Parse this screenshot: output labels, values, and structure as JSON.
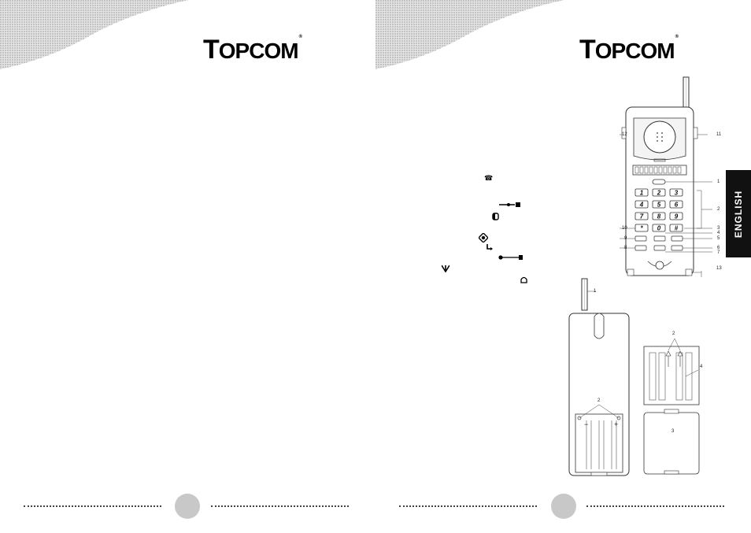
{
  "brand": {
    "logo_text": "TOPCOM",
    "logo_first": "T",
    "logo_rest": "OPCOM",
    "registered": "®"
  },
  "language_tab": "ENGLISH",
  "colors": {
    "tab": "#111111",
    "page_circle": "#c8c8c8",
    "header_gray": "#b5b5b5"
  },
  "icons": [
    "handset-icon",
    "line-icon",
    "redial-icon",
    "intercom-icon",
    "flash-icon",
    "pairing-icon",
    "antenna-signal-icon",
    "bell-icon"
  ],
  "handset_callouts": {
    "c1": "1",
    "c2": "2",
    "c3": "3",
    "c4": "4",
    "c5": "5",
    "c6": "6",
    "c7": "7",
    "c8": "8",
    "c9": "9",
    "c10": "10",
    "c11": "11",
    "c12": "12",
    "c13": "13"
  },
  "keypad": [
    "1",
    "2",
    "3",
    "4",
    "5",
    "6",
    "7",
    "8",
    "9",
    "*",
    "0",
    "#"
  ],
  "back_view_callouts": {
    "antenna": "1",
    "contacts": "2"
  },
  "battery_callouts": {
    "contacts": "2",
    "cover": "3",
    "pack": "4"
  },
  "battery_polarity": {
    "minus": "−",
    "plus": "+"
  }
}
